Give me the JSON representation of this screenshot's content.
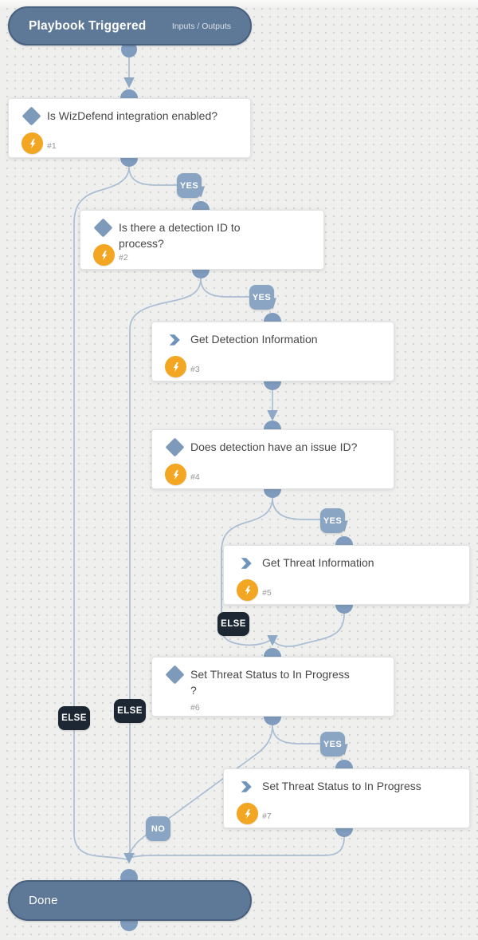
{
  "header": {
    "title": "Playbook Triggered",
    "subtitle": "Inputs / Outputs"
  },
  "footer": {
    "title": "Done"
  },
  "labels": {
    "yes": "YES",
    "no": "NO",
    "else_label": "ELSE"
  },
  "tasks": [
    {
      "number": "#1",
      "title": "Is WizDefend integration enabled?",
      "type": "condition",
      "has_automation": true
    },
    {
      "number": "#2",
      "title": "Is there a detection ID to\nprocess?",
      "type": "condition",
      "has_automation": true
    },
    {
      "number": "#3",
      "title": "Get Detection Information",
      "type": "action",
      "has_automation": true
    },
    {
      "number": "#4",
      "title": "Does detection have an issue ID?",
      "type": "condition",
      "has_automation": true
    },
    {
      "number": "#5",
      "title": "Get Threat Information",
      "type": "action",
      "has_automation": true
    },
    {
      "number": "#6",
      "title": "Set Threat Status to In Progress\n?",
      "type": "condition",
      "has_automation": false
    },
    {
      "number": "#7",
      "title": "Set Threat Status to In Progress",
      "type": "action",
      "has_automation": true
    }
  ],
  "colors": {
    "canvas_bg": "#eff0ee",
    "pill_fill": "#5e7898",
    "pill_border": "#48607f",
    "port": "#7f9bbd",
    "wire": "#a9bdd3",
    "arrow": "#8ea9c7",
    "yes_no_badge": "#8aa5c3",
    "else_badge": "#1d2734",
    "condition_icon": "#7e9aba",
    "automation_icon": "#f2a622",
    "card_title_text": "#474747"
  }
}
